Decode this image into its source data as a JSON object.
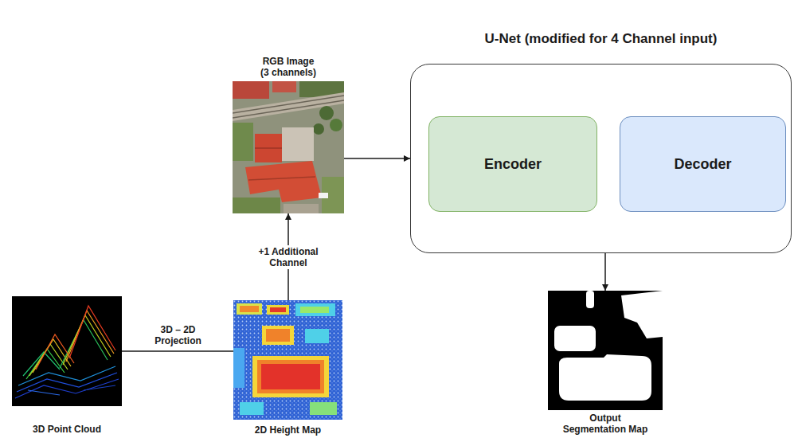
{
  "diagram": {
    "nodes": [
      {
        "text": [
          "RGB Image (3 channels)"
        ]
      },
      {
        "text": [
          "U-Net (modified for 4 Channel input)"
        ]
      },
      {
        "text": [
          "Encoder"
        ],
        "in": 1
      },
      {
        "text": [
          "Decoder"
        ],
        "in": 1
      },
      {
        "text": [
          "3D Point Cloud"
        ]
      },
      {
        "text": [
          "2D Height Map"
        ]
      },
      {
        "text": [
          "Output Segmentation Map"
        ]
      }
    ],
    "edges": [
      {
        "from": 4,
        "to": 5,
        "label": "3D – 2D Projection",
        "arrow": "none"
      },
      {
        "from": 5,
        "to": 0,
        "label": "+1 Additional Channel",
        "arrow": "to"
      },
      {
        "from": 0,
        "to": 1,
        "arrow": "to"
      },
      {
        "from": 1,
        "to": 6,
        "arrow": "to"
      }
    ]
  }
}
